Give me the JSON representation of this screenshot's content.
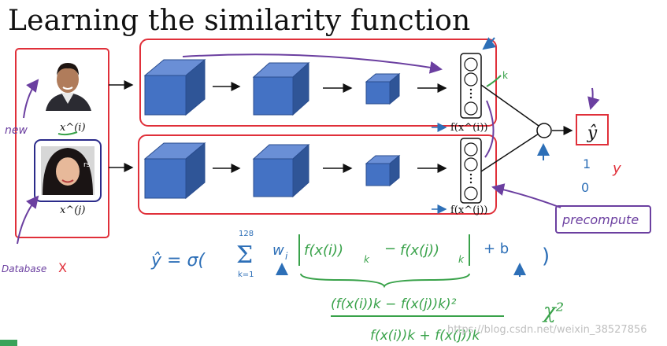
{
  "slide": {
    "title": "Learning the similarity function",
    "watermark": "https://blog.csdn.net/weixin_38527856"
  },
  "diagram": {
    "inputs": {
      "top_label": "x^(i)",
      "bottom_label": "x^(j)",
      "photo_top_icon": "man-face-photo",
      "photo_bottom_icon": "woman-face-photo"
    },
    "encodings": {
      "top": "f(x^(i))",
      "bottom": "f(x^(j))"
    },
    "output_label": "ŷ",
    "colors": {
      "layer_fill": "#4472c4",
      "layer_side": "#2f5597",
      "layer_top": "#6a8fd6",
      "red_ink": "#e0303a",
      "purple_ink": "#6b3fa0",
      "blue_ink": "#2d6fb7",
      "green_ink": "#39a24a"
    }
  },
  "annotations": {
    "new": "new",
    "database": "Database",
    "x_mark": "X",
    "k": "k",
    "one": "1",
    "zero": "0",
    "y": "y",
    "precompute": "precompute",
    "chi_sq": "χ²"
  },
  "formula": {
    "lhs": "ŷ = σ(",
    "sum_upper": "128",
    "sum_lower": "k=1",
    "w": "w",
    "w_sub": "i",
    "term_a": "f(x(i))",
    "term_a_sub": "k",
    "minus": "−",
    "term_b": "f(x(j))",
    "term_b_sub": "k",
    "plus_b": "+ b",
    "close": ")",
    "chi_numerator": "(f(x(i))k − f(x(j))k)²",
    "chi_denominator": "f(x(i))k + f(x(j))k"
  }
}
